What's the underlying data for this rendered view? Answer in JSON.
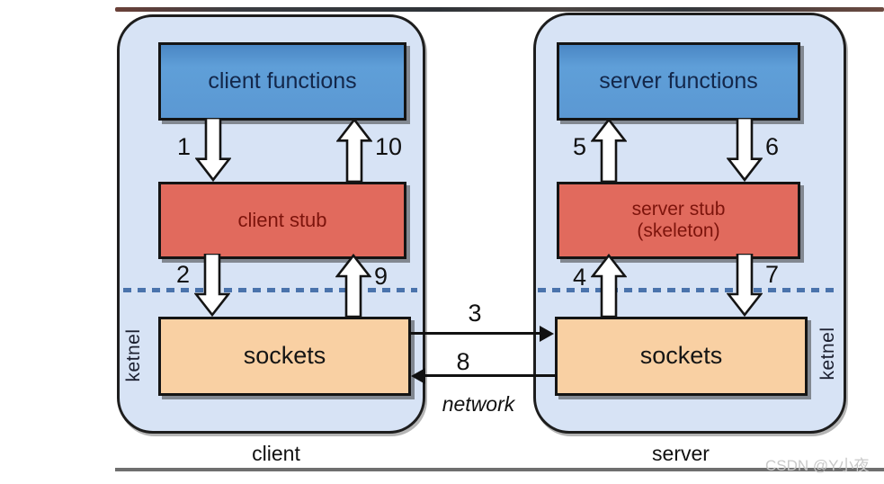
{
  "colors": {
    "page_bg": "#ffffff",
    "panel_fill": "#d7e3f5",
    "panel_border": "#1d1d1d",
    "functions_fill": "#5b98d3",
    "functions_text": "#13274a",
    "stub_fill": "#e16a5d",
    "stub_text": "#7d140c",
    "sockets_fill": "#f9d0a3",
    "sockets_text": "#151515",
    "dashed_line": "#4a73ac",
    "block_arrow_fill": "#ffffff",
    "block_arrow_outline": "#141414",
    "bottom_rule": "#6f6f6f",
    "watermark_text": "#c9c9c9"
  },
  "client_panel": {
    "functions_label": "client functions",
    "stub_label": "client stub",
    "sockets_label": "sockets",
    "kernel_label": "ketnel",
    "caption": "client",
    "step_down_top": "1",
    "step_up_top": "10",
    "step_down_mid": "2",
    "step_up_mid": "9"
  },
  "server_panel": {
    "functions_label": "server functions",
    "stub_label_line1": "server stub",
    "stub_label_line2": "(skeleton)",
    "sockets_label": "sockets",
    "kernel_label": "ketnel",
    "caption": "server",
    "step_up_top": "5",
    "step_down_top": "6",
    "step_up_mid": "4",
    "step_down_mid": "7"
  },
  "network": {
    "step_to_server": "3",
    "step_to_client": "8",
    "caption": "network"
  },
  "watermark": "CSDN @Y小夜"
}
